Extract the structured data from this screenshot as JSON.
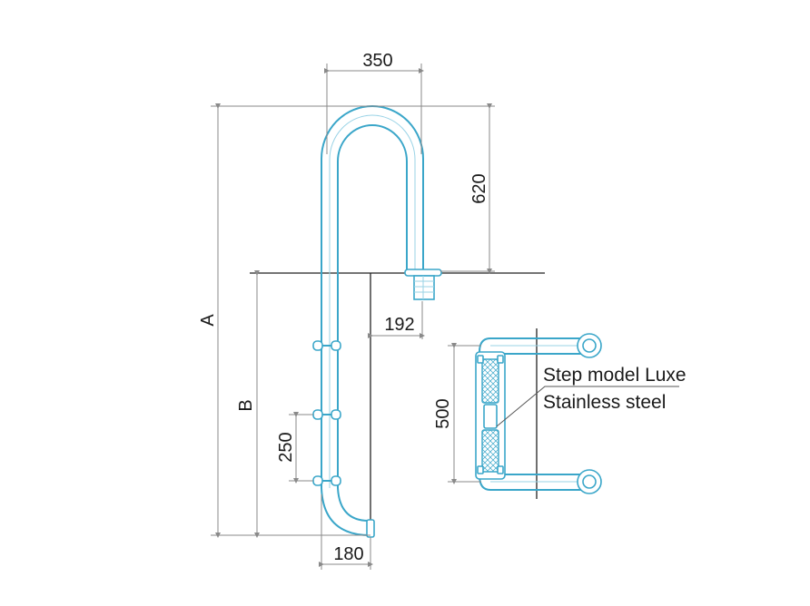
{
  "diagram": {
    "dimensions": {
      "top_width": "350",
      "hook_height": "620",
      "wall_offset": "192",
      "total_height": "A",
      "submerged_height": "B",
      "step_spacing": "250",
      "bottom_width": "180",
      "step_depth": "500"
    },
    "notes": {
      "step_model": "Step model Luxe",
      "material": "Stainless steel"
    },
    "colors": {
      "pipe": "#3aa6c9",
      "pipe_inner": "#9ad3e6",
      "dimension_lines": "#8a8a8a",
      "wall": "#222222"
    }
  }
}
